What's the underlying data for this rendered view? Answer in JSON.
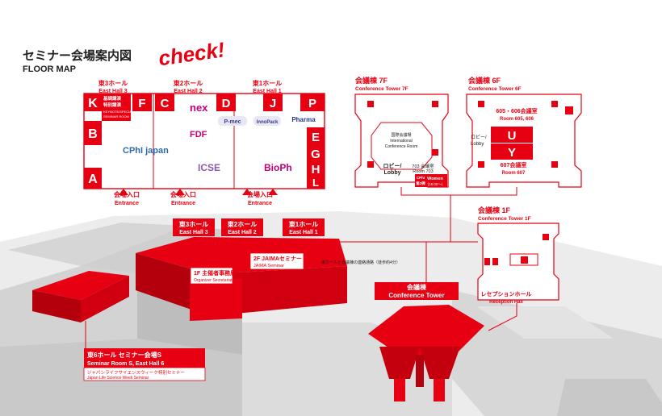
{
  "header": {
    "title_jp": "セミナー会場案内図",
    "title_en": "FLOOR MAP",
    "check": "check!"
  },
  "colors": {
    "accent": "#e60012",
    "line": "#e60012",
    "building": "#d9d9d9",
    "building_dark": "#bfbfbf",
    "text_dark": "#222222"
  },
  "east_halls": {
    "columns": [
      {
        "jp": "東3ホール",
        "en": "East Hall 3"
      },
      {
        "jp": "東2ホール",
        "en": "East Hall 2"
      },
      {
        "jp": "東1ホール",
        "en": "East Hall 1"
      }
    ],
    "letters": [
      "K",
      "F",
      "C",
      "D",
      "J",
      "P",
      "B",
      "E",
      "G",
      "H",
      "A",
      "L"
    ],
    "keynote": [
      "基調講演",
      "特別講演",
      "KEYNOTE/SPECIAL",
      "SEMINAR ROOM"
    ],
    "exhibits": [
      "nex",
      "P-mec",
      "InnoPack",
      "Pharma",
      "FDF",
      "CPhI japan",
      "ICSE",
      "BioPh"
    ],
    "entrance_jp": "会場入口",
    "entrance_en": "Entrance"
  },
  "conference_7f": {
    "title_jp": "会議棟 7F",
    "title_en": "Conference Tower 7F",
    "center_lines": [
      "国際会議場",
      "International",
      "Conference Room"
    ],
    "lobby": [
      "ロビー/",
      "Lobby"
    ],
    "room703": [
      "703 会議室",
      "Room 703"
    ],
    "women": [
      "CPhI",
      "Women",
      "第2弾",
      "(15:00～)"
    ]
  },
  "conference_6f": {
    "title_jp": "会議棟 6F",
    "title_en": "Conference Tower 6F",
    "rooms_605": [
      "605・606会議室",
      "Room 605, 606"
    ],
    "u": "U",
    "y": "Y",
    "room607": [
      "607会議室",
      "Room 607"
    ],
    "lobby": [
      "ロビー/",
      "Lobby"
    ]
  },
  "conference_1f": {
    "title_jp": "会議棟 1F",
    "title_en": "Conference Tower 1F",
    "reception": [
      "レセプションホール",
      "Reception Hall"
    ]
  },
  "overview": {
    "hall3": [
      "東3ホール",
      "East Hall 3"
    ],
    "hall2": [
      "東2ホール",
      "East Hall 2"
    ],
    "hall1": [
      "東1ホール",
      "East Hall 1"
    ],
    "secretariat": [
      "1F 主催者事務局",
      "Organizer Secretariat"
    ],
    "jaima": [
      "2F JAIMAセミナー",
      "JAIMA Seminar"
    ],
    "walkway": "東ホールと会議棟の連絡通路（徒歩約4分）",
    "tower": [
      "会議棟",
      "Conference Tower"
    ],
    "hall6": [
      "東6ホール セミナー会場S",
      "Seminar Room S, East Hall 6",
      "ジャパンライフサイエンスウィーク特別セミナー",
      "Japan Life Science Week Seminar"
    ]
  }
}
